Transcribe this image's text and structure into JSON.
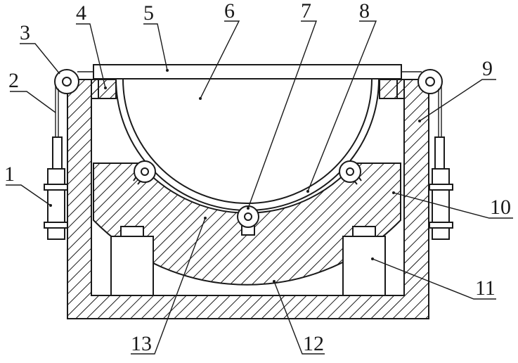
{
  "diagram": {
    "callouts": [
      {
        "id": "part-1",
        "text": "1"
      },
      {
        "id": "part-2",
        "text": "2"
      },
      {
        "id": "part-3",
        "text": "3"
      },
      {
        "id": "part-4",
        "text": "4"
      },
      {
        "id": "part-5",
        "text": "5"
      },
      {
        "id": "part-6",
        "text": "6"
      },
      {
        "id": "part-7",
        "text": "7"
      },
      {
        "id": "part-8",
        "text": "8"
      },
      {
        "id": "part-9",
        "text": "9"
      },
      {
        "id": "part-10",
        "text": "10"
      },
      {
        "id": "part-11",
        "text": "11"
      },
      {
        "id": "part-12",
        "text": "12"
      },
      {
        "id": "part-13",
        "text": "13"
      }
    ]
  }
}
